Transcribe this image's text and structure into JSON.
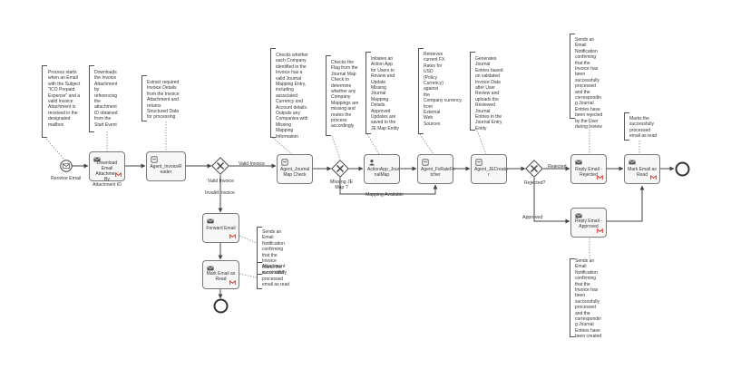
{
  "tasks": {
    "download": "Download Email\nAttachment By\nAttachment ID",
    "invoice_reader": "Agent_InvoiceR\neader",
    "journal_map": "Agent_Journal\nMap Check",
    "action_app": "ActionApp_Jour\nnalMap",
    "fx": "Agent_FxRateFe\ntcher",
    "je_creator": "Agent_JECreato\nr",
    "reply_rejected": "Reply Email -\nRejected",
    "reply_approved": "Reply Email -\nApproved",
    "mark_top": "Mark Email as\nRead",
    "forward": "Forward Email",
    "mark_bottom": "Mark Email as\nRead"
  },
  "events": {
    "start_label": "Receive Email"
  },
  "gateways": {
    "valid_invoice": "Valid Invoice",
    "missing_je": "Missing JE\nMap ?",
    "rejected": "Rejected?"
  },
  "flow_labels": {
    "valid_invoice": "Valid Invoice",
    "invalid_invoice": "Invalid Invoice",
    "mapping_available": "Mapping Available",
    "rejected": "Rejected",
    "approved": "Approved"
  },
  "notes": {
    "start": "Process starts\nwhen an Email\nwith the Subject\n\"ICO Prepaid\nExpense\" and a\nvalid Invoice\nAttachment is\nreceived in the\ndesignated\nmailbox",
    "download": "Downloads\nthe Invoice\nAttachment\nby\nreferencing\nthe\nattachment\nID obtained\nfrom the\nStart Event",
    "reader": "Extract required\nInvoice Details\nfrom the Invoice\nAttachment and\nreturns\nStructured Data\nfor processing",
    "journal": "Checks whether\neach Company\nidentified in the\nInvoice has a\nvalid Journal\nMapping Entry,\nincluding\nassociated\nCurrency and\nAccount details.\nOutputs any\nCompanies with\nMissing\nMapping\nInformation",
    "flag": "Checks the\nFlag from the\nJournal Map\nCheck to\ndetermine\nwhether any\nCompany\nMappings are\nmissing and\nroutes the\nprocess\naccordingly",
    "action_app": "Initiates an\nAction App\nfor Users to\nReview and\nUpdate\nMissing\nJournal\nMapping\nDetails.\nApproved\nUpdates are\nsaved to the\nJE Map Entity",
    "fx": "Retrieves\ncurrent FX\nRates for\nUSD\n(Policy\nCurrency)\nagainst\nthe\nCompany currency\nfrom\nExternal\nWeb\nSources",
    "je": "Generates\nJournal\nEntries based\non validated\nInvoice Data\nafter User\nReview and\nuploads the\nReviewed\nJournal\nEntries in the\nJournal Entry\nEntity",
    "rejected": "Sends an\nEmail\nNotification\nconfirming\nthat the\nInvoice has\nbeen\nsuccessfully\nprocessed\nand the\ncorrespondin\ng Journal\nEntries have\nbeen rejected\nby the User\nduring review",
    "mark_top": "Marks the\nsuccessfully\nprocessed\nemail as read",
    "forward": "Sends an\nEmail\nNotification\nconfirming\nthat the\nInvoice\nAttachment\nis not Valid",
    "mark_bottom": "Marks the\nsuccessfully\nprocessed\nemail as read",
    "approved": "Sends an\nEmail\nNotification\nconfirming\nthat the\nInvoice has\nbeen\nsuccessfully\nprocessed\nand the\ncorrespondin\ng Journal\nEntries have\nbeen created"
  },
  "colors": {
    "stroke": "#444444",
    "task_fill": "#f7f7f7",
    "gmail_red": "#d93025"
  }
}
